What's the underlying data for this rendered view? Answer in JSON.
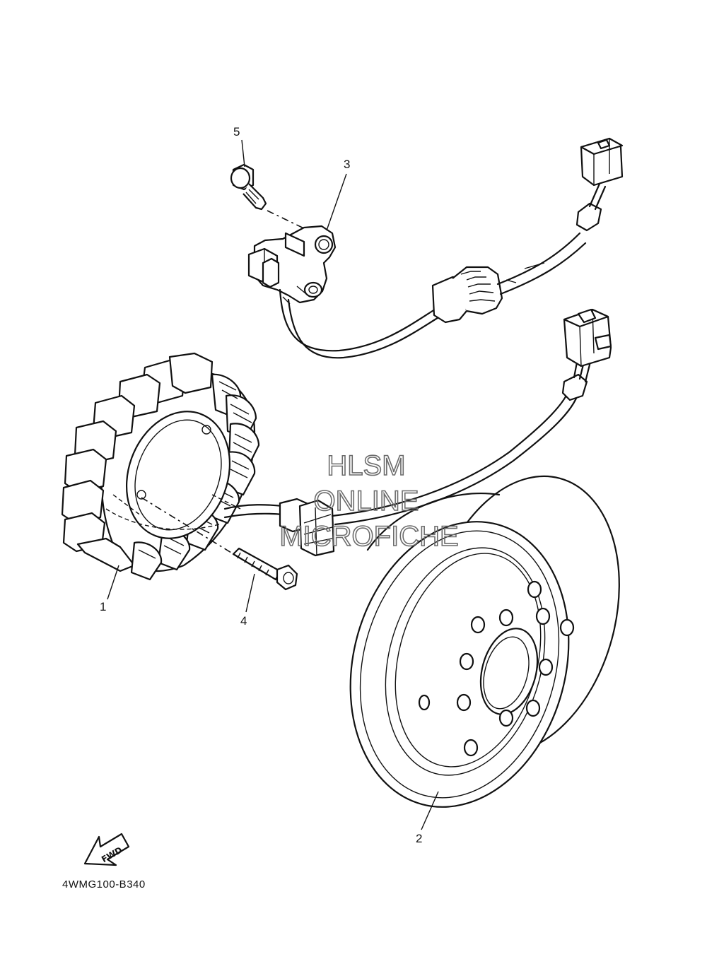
{
  "diagram": {
    "callouts": [
      {
        "id": "1",
        "label": "1"
      },
      {
        "id": "2",
        "label": "2"
      },
      {
        "id": "3",
        "label": "3"
      },
      {
        "id": "4",
        "label": "4"
      },
      {
        "id": "5",
        "label": "5"
      }
    ],
    "watermark": {
      "line1": "HLSM",
      "line2": "ONLINE",
      "line3": "MICROFICHE",
      "color": "#6b6b6b"
    },
    "fwd_label": "FWD",
    "diagram_code": "4WMG100-B340"
  }
}
